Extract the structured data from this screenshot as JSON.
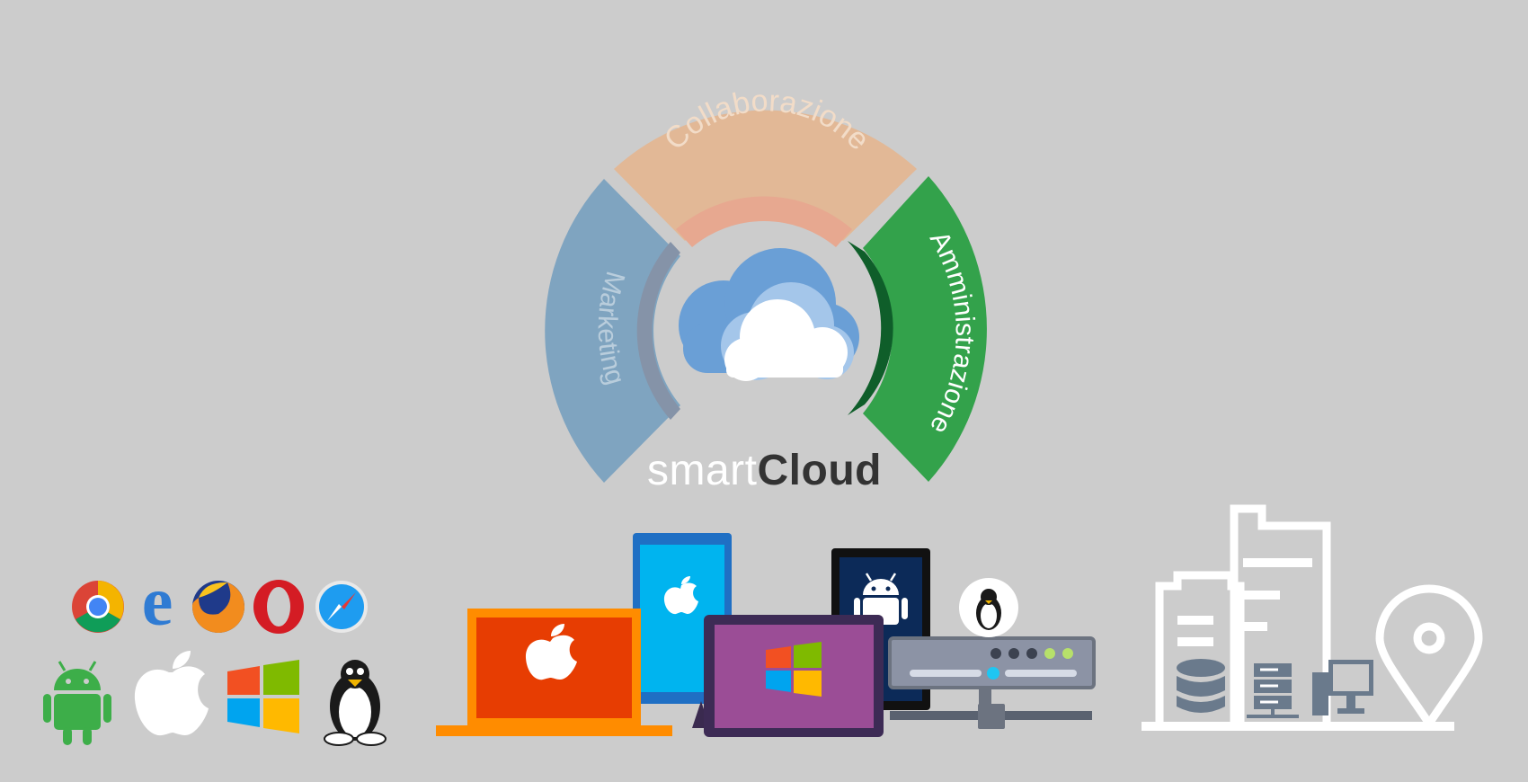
{
  "wheel": {
    "segments": [
      {
        "label": "Marketing",
        "color": "#7fa4c0"
      },
      {
        "label": "Collaborazione",
        "color": "#e2b896"
      },
      {
        "label": "Amministrazione",
        "color": "#33a24b"
      }
    ]
  },
  "brand": {
    "prefix": "smart",
    "suffix": "Cloud"
  },
  "icons": {
    "browsers": [
      "chrome-icon",
      "edge-icon",
      "firefox-icon",
      "opera-icon",
      "safari-icon"
    ],
    "platforms": [
      "android-icon",
      "apple-icon",
      "windows-icon",
      "linux-icon"
    ],
    "devices": [
      "macbook-icon",
      "ipad-icon",
      "android-tablet-icon",
      "windows-tablet-icon",
      "linux-server-icon"
    ],
    "infrastructure": [
      "buildings-icon",
      "database-icon",
      "server-icon",
      "desktop-computer-icon",
      "location-pin-icon"
    ]
  },
  "colors": {
    "background": "#cccccc",
    "marketing": "#7fa4c0",
    "collaborazione": "#e2b896",
    "amministrazione": "#33a24b",
    "cloud": "#6a9fd6",
    "mac_orange": "#ff8c00",
    "ipad_blue": "#00b4ef",
    "windows_purple": "#9b4d96"
  }
}
